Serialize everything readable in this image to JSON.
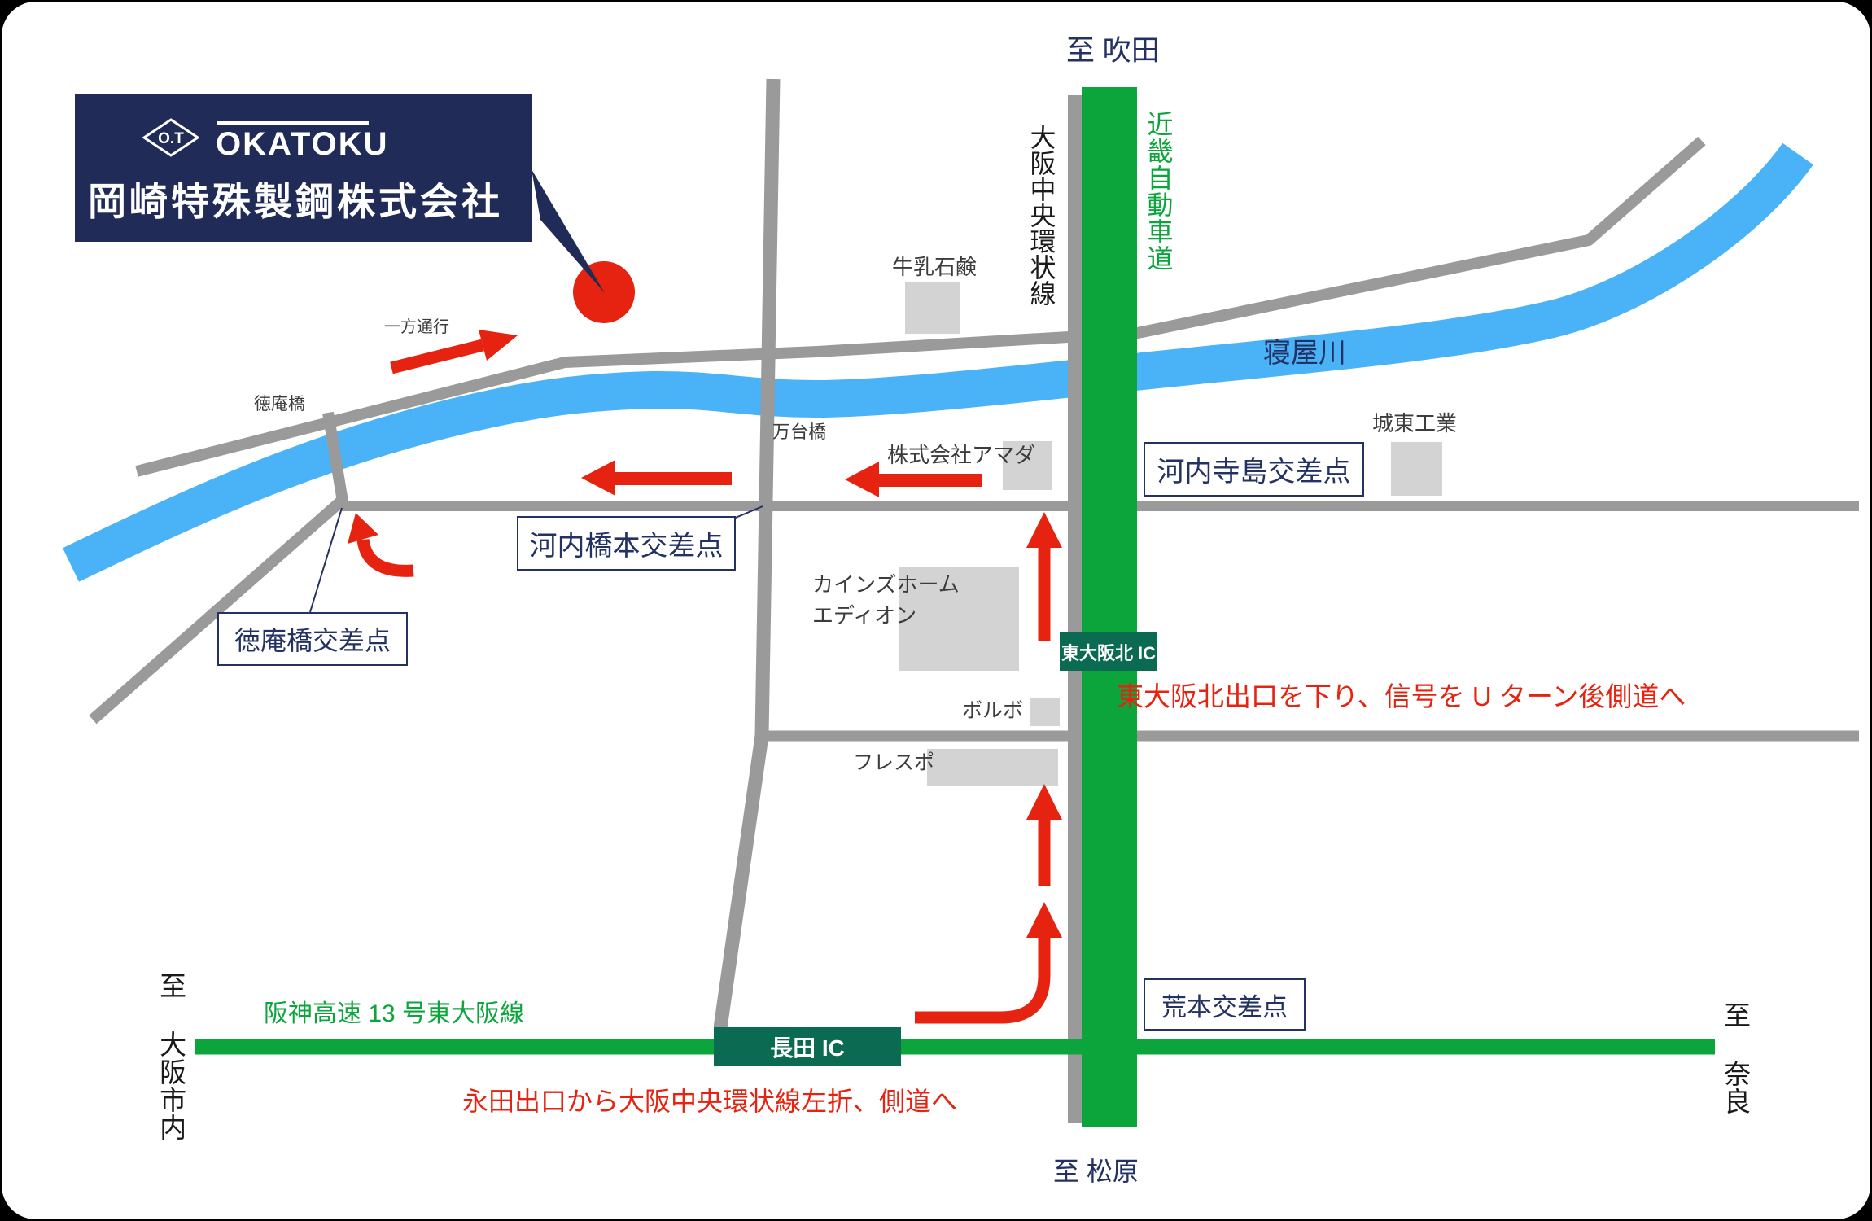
{
  "colors": {
    "navy": "#202b57",
    "label_navy": "#233263",
    "red": "#e62310",
    "road_gray": "#9a9a9a",
    "building_gray": "#d3d3d3",
    "river_blue": "#4ab2f7",
    "route_green": "#0ca53c",
    "ic_badge_green": "#0b6b52",
    "text_dark": "#3c3c3c"
  },
  "logo": {
    "mark": "O.T",
    "brand": "OKATOKU",
    "company": "岡崎特殊製鋼株式会社"
  },
  "destinations": {
    "suita": "至 吹田",
    "osaka_city": "至 大阪市内",
    "nara": "至 奈良",
    "matsubara": "至 松原"
  },
  "roads": {
    "chuo_kanjo": "大阪中央環状線",
    "kinki_expressway": "近畿自動車道",
    "hanshin_expressway": "阪神高速 13 号東大阪線",
    "neyagawa_river": "寝屋川",
    "one_way": "一方通行"
  },
  "bridges": {
    "tokuanbashi": "徳庵橋",
    "mandaibashi": "万台橋"
  },
  "landmarks": {
    "gyunyu_sekken": "牛乳石鹸",
    "amada": "株式会社アマダ",
    "joto_kogyo": "城東工業",
    "cainz_home": "カインズホーム",
    "edion": "エディオン",
    "volvo": "ボルボ",
    "frespo": "フレスポ"
  },
  "intersections": {
    "kawachi_terashima": "河内寺島交差点",
    "kawachi_hashimoto": "河内橋本交差点",
    "tokuanbashi": "徳庵橋交差点",
    "aramoto": "荒本交差点"
  },
  "interchanges": {
    "higashi_osaka_kita": "東大阪北 IC",
    "nagata": "長田 IC"
  },
  "notes": {
    "higashi_osaka_kita_exit": "東大阪北出口を下り、信号を U ターン後側道へ",
    "nagata_exit": "永田出口から大阪中央環状線左折、側道へ"
  }
}
